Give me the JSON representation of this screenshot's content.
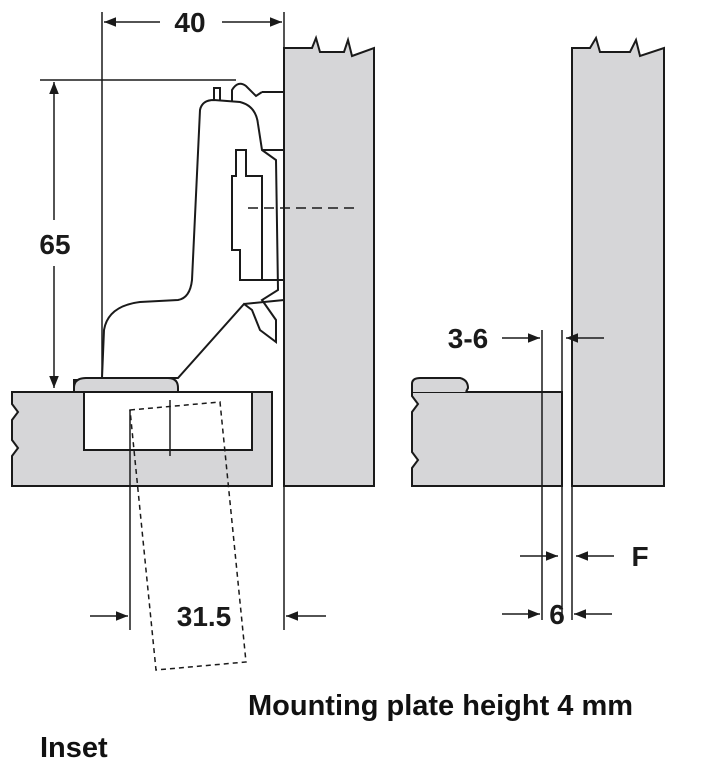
{
  "dimensions": {
    "width_40": "40",
    "height_65": "65",
    "cup_distance_3_6": "3-6",
    "bore_31_5": "31.5",
    "overlay_F": "F",
    "gap_6": "6"
  },
  "mounting_note": "Mounting plate height 4 mm",
  "caption": "Inset",
  "colors": {
    "panel_fill": "#d6d6d8",
    "line": "#1a1a1a",
    "background": "#ffffff"
  }
}
